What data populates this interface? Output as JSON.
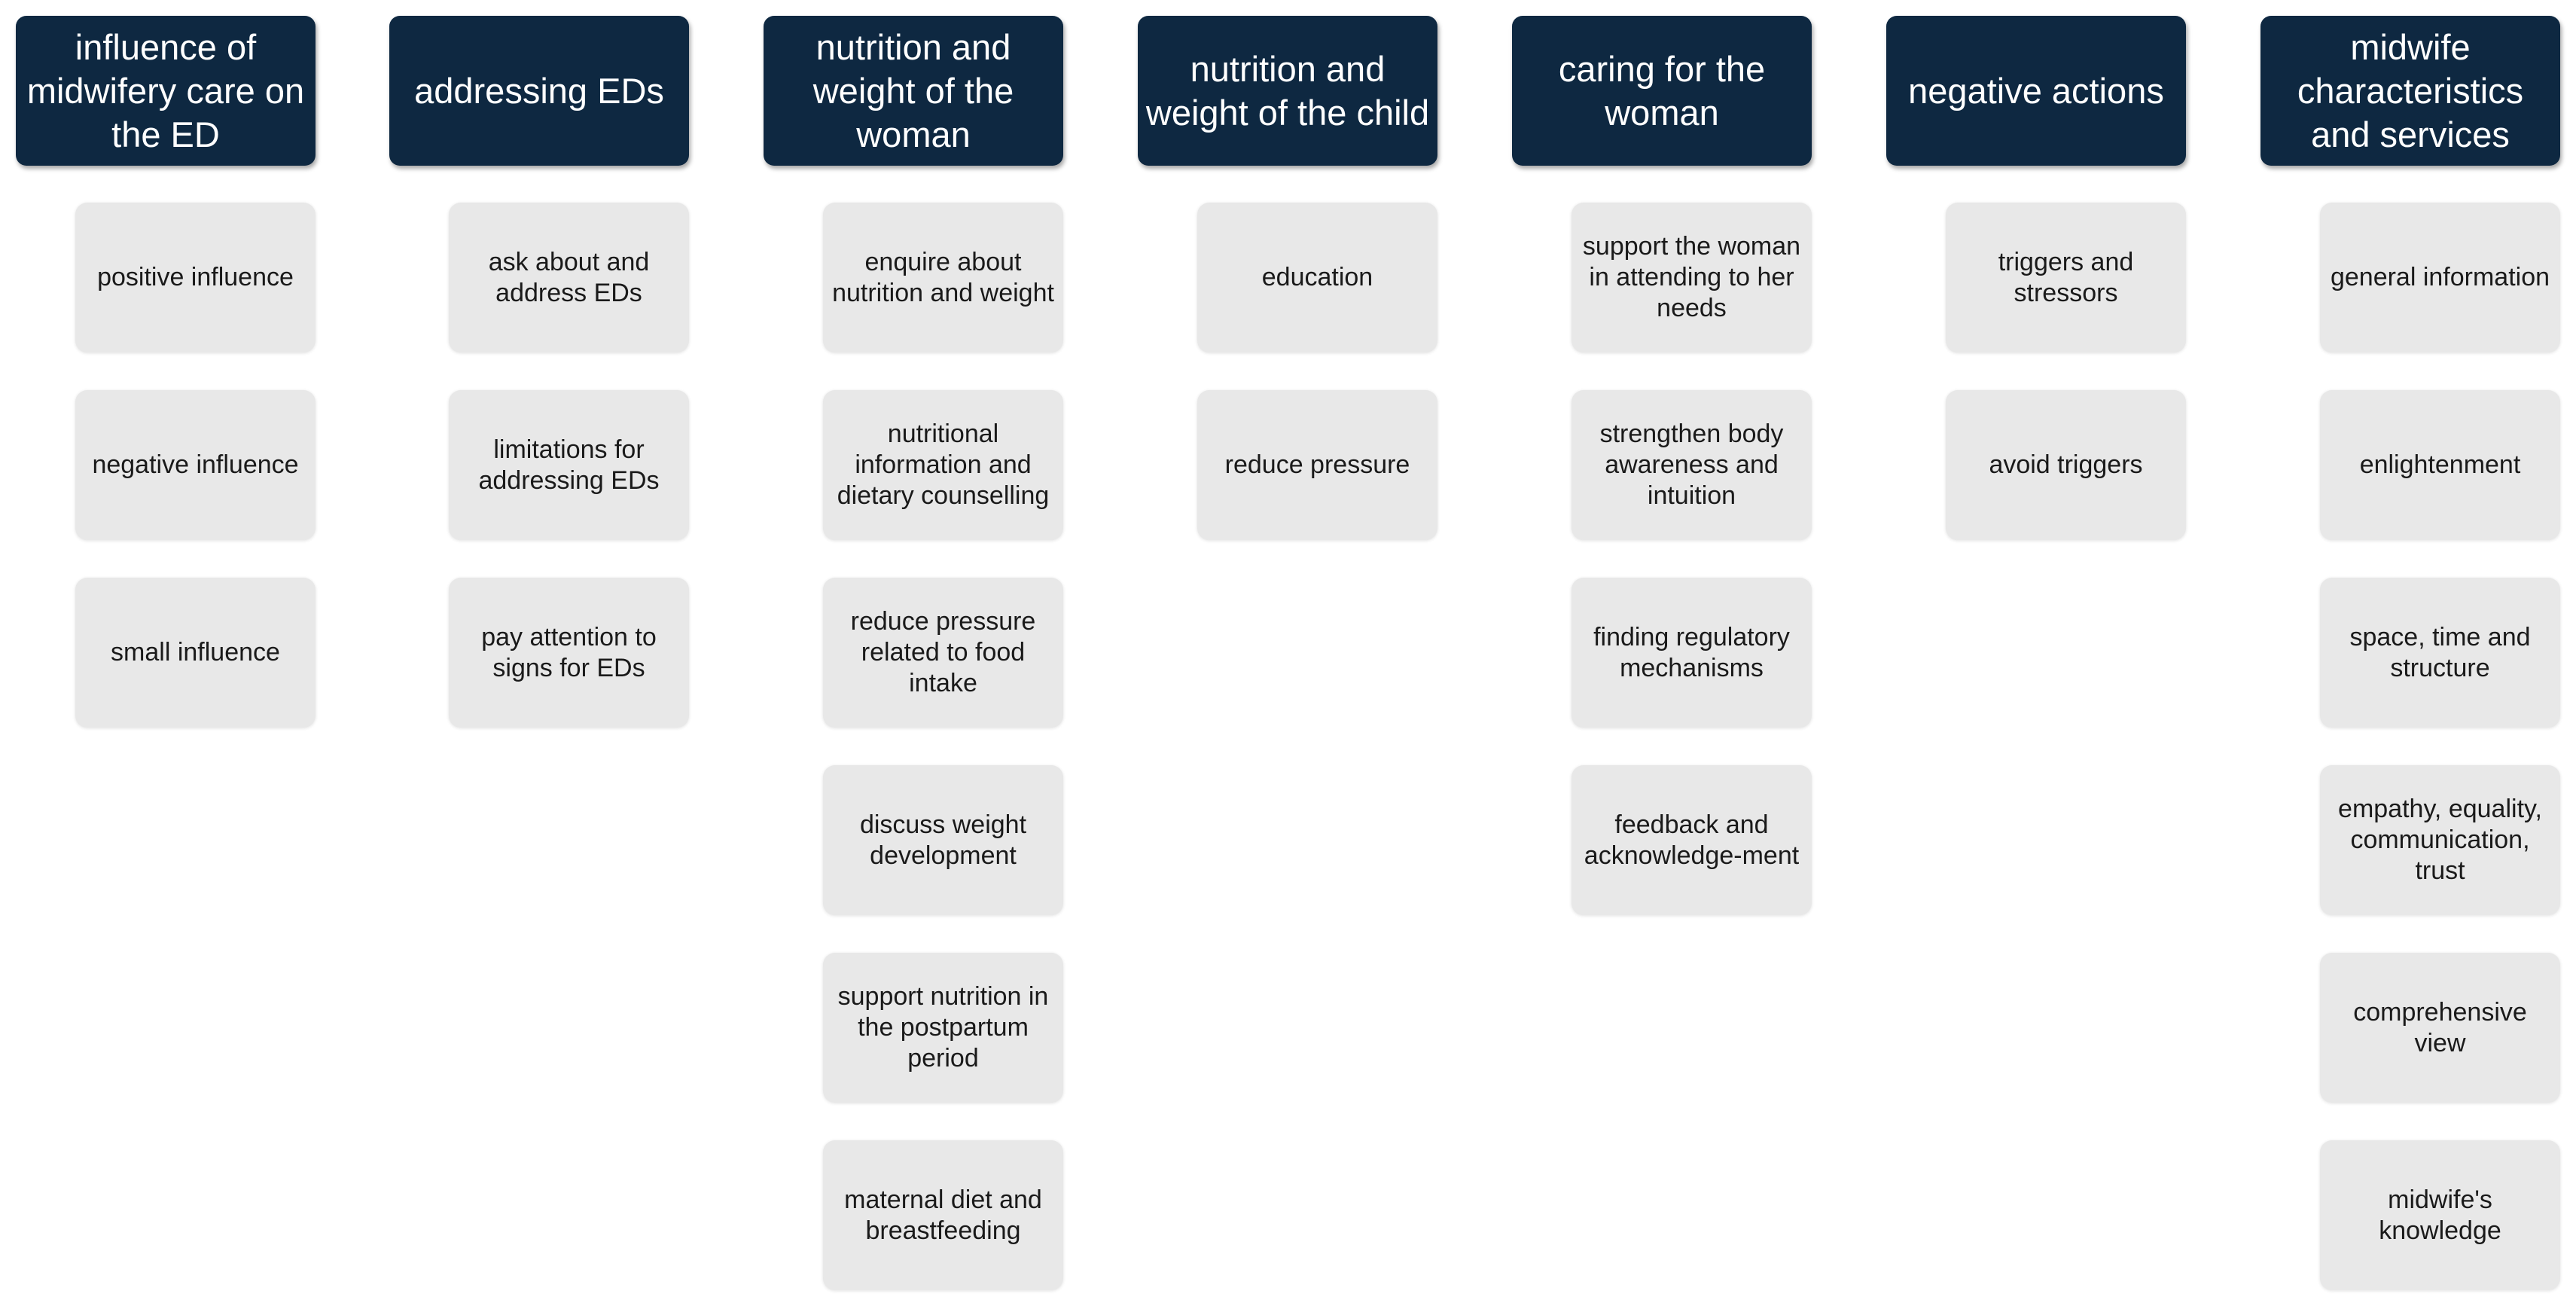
{
  "columns": [
    {
      "header": "influence of midwifery care on the ED",
      "items": [
        "positive influence",
        "negative influence",
        "small influence"
      ]
    },
    {
      "header": "addressing EDs",
      "items": [
        "ask about and address EDs",
        "limitations for addressing EDs",
        "pay attention to signs for EDs"
      ]
    },
    {
      "header": "nutrition and weight of the woman",
      "items": [
        "enquire about nutrition and weight",
        "nutritional information and dietary counselling",
        "reduce pressure related to food intake",
        "discuss weight development",
        "support nutrition in the postpartum period",
        "maternal diet and breastfeeding"
      ]
    },
    {
      "header": "nutrition and weight of the child",
      "items": [
        "education",
        "reduce pressure"
      ]
    },
    {
      "header": "caring for the woman",
      "items": [
        "support the woman in attending to her needs",
        "strengthen body awareness and intuition",
        "finding regulatory mechanisms",
        "feedback and acknowledge-ment"
      ]
    },
    {
      "header": "negative actions",
      "items": [
        "triggers and stressors",
        "avoid triggers"
      ]
    },
    {
      "header": "midwife characteristics and services",
      "items": [
        "general information",
        "enlightenment",
        "space, time and structure",
        "empathy, equality, communication, trust",
        "comprehensive view",
        "midwife's knowledge"
      ]
    }
  ]
}
